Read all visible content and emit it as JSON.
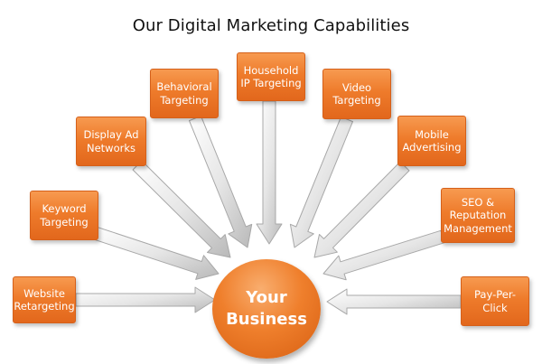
{
  "title": "Our Digital Marketing Capabilities",
  "hub": {
    "label": "Your\nBusiness"
  },
  "capabilities": [
    {
      "label": "Website\nRetargeting"
    },
    {
      "label": "Keyword\nTargeting"
    },
    {
      "label": "Display Ad\nNetworks"
    },
    {
      "label": "Behavioral\nTargeting"
    },
    {
      "label": "Household\nIP Targeting"
    },
    {
      "label": "Video\nTargeting"
    },
    {
      "label": "Mobile\nAdvertising"
    },
    {
      "label": "SEO &\nReputation\nManagement"
    },
    {
      "label": "Pay-Per-\nClick"
    }
  ],
  "colors": {
    "box": "#ee7b2b",
    "arrow": "#d9d9d9",
    "hub": "#ef7f2c"
  }
}
